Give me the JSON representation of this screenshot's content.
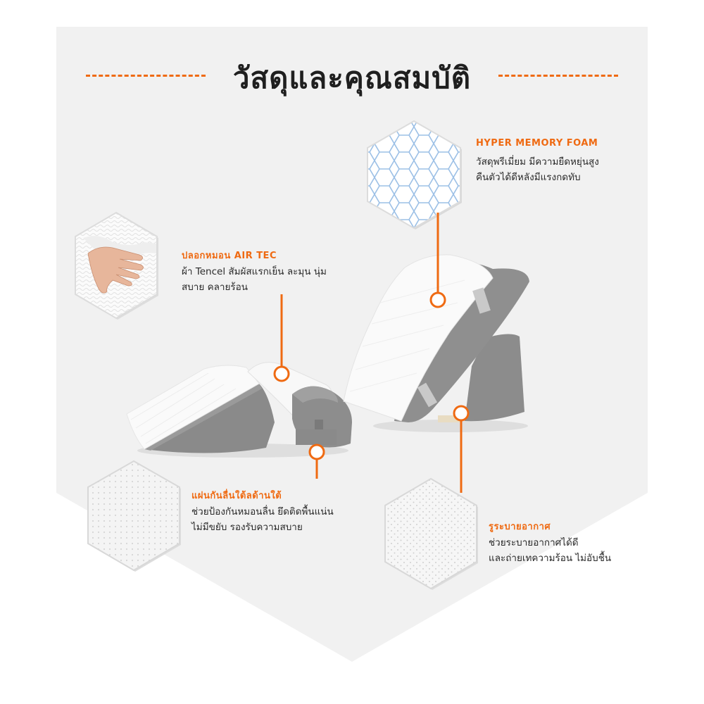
{
  "title": "วัสดุและคุณสมบัติ",
  "colors": {
    "accent": "#ef6a12",
    "background_panel": "#f1f1f1",
    "foam": "#f7f7f7",
    "cover_gray": "#8a8a8a",
    "text": "#2a2a2a"
  },
  "features": [
    {
      "id": "memory-foam",
      "icon": "honeycomb-foam-hexagon",
      "title": "HYPER MEMORY FOAM",
      "lines": [
        "วัสดุพรีเมี่ยม มีความยืดหยุ่นสูง",
        "คืนตัวได้ดีหลังมีแรงกดทับ"
      ]
    },
    {
      "id": "air-tec-cover",
      "icon": "hand-on-fabric-hexagon",
      "title": "ปลอกหมอน AIR TEC",
      "lines": [
        "ผ้า Tencel สัมผัสแรกเย็น ละมุน นุ่ม",
        "สบาย คลายร้อน"
      ]
    },
    {
      "id": "anti-slip",
      "icon": "anti-slip-texture-hexagon",
      "title": "แผ่นกันลื่นใต้ลด้านใต้",
      "lines": [
        "ช่วยป้องกันหมอนลื่น ยึดติดพื้นแน่น",
        "ไม่มีขยับ รองรับความสบาย"
      ]
    },
    {
      "id": "ventilation",
      "icon": "mesh-texture-hexagon",
      "title": "รูระบายอากาศ",
      "lines": [
        "ช่วยระบายอากาศได้ดี",
        "และถ่ายเทความร้อน ไม่อับชื้น"
      ]
    }
  ]
}
